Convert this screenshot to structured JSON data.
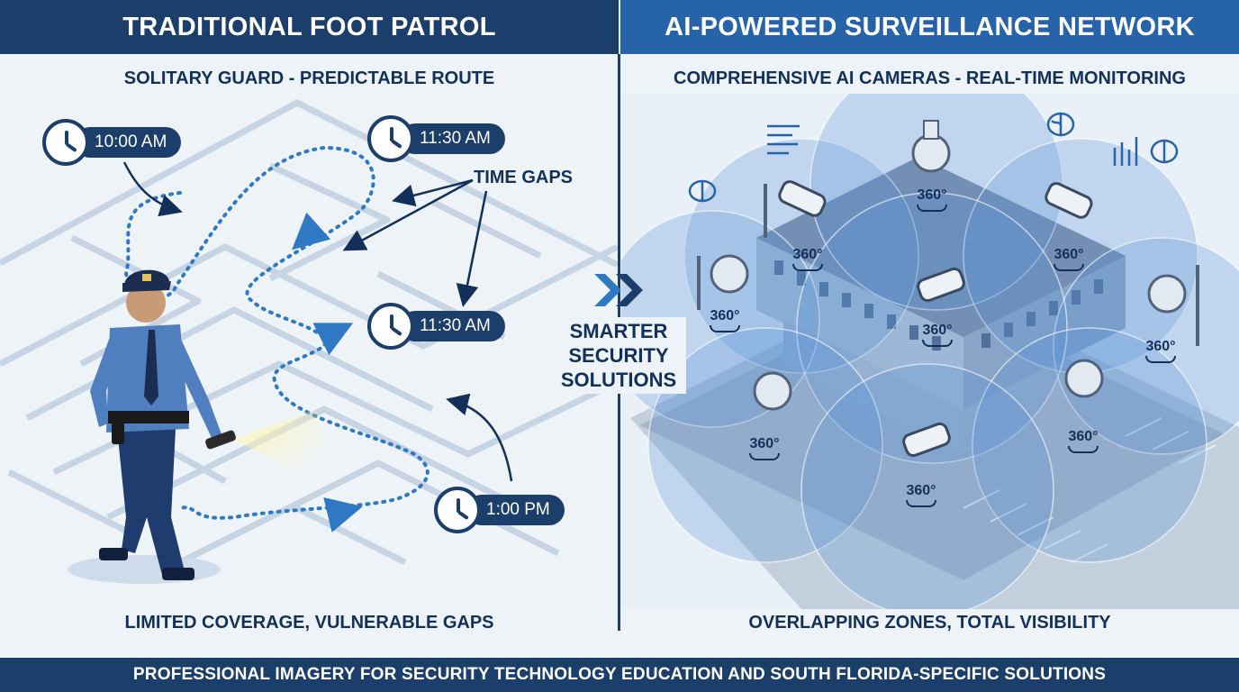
{
  "left": {
    "header": "TRADITIONAL FOOT PATROL",
    "subtitle": "SOLITARY GUARD - PREDICTABLE ROUTE",
    "caption": "LIMITED COVERAGE, VULNERABLE GAPS",
    "time_gaps_label": "TIME GAPS",
    "times": [
      "10:00 AM",
      "11:30 AM",
      "11:30 AM",
      "1:00 PM"
    ]
  },
  "right": {
    "header": "AI-POWERED SURVEILLANCE NETWORK",
    "subtitle": "COMPREHENSIVE AI CAMERAS - REAL-TIME MONITORING",
    "caption": "OVERLAPPING ZONES, TOTAL VISIBILITY",
    "coverage_label": "360°"
  },
  "center": {
    "line1": "SMARTER",
    "line2": "SECURITY",
    "line3": "SOLUTIONS"
  },
  "footer": "PROFESSIONAL IMAGERY FOR SECURITY TECHNOLOGY EDUCATION AND SOUTH FLORIDA-SPECIFIC SOLUTIONS",
  "colors": {
    "navy": "#1b3e6b",
    "blue": "#2763a8",
    "zone": "#5b92d6",
    "background": "#eef3f8"
  },
  "icons": [
    "clock-icon",
    "guard-figure",
    "flashlight-icon",
    "dome-camera-icon",
    "bullet-camera-icon",
    "brain-icon",
    "chart-icon",
    "chevron-right-icon"
  ]
}
